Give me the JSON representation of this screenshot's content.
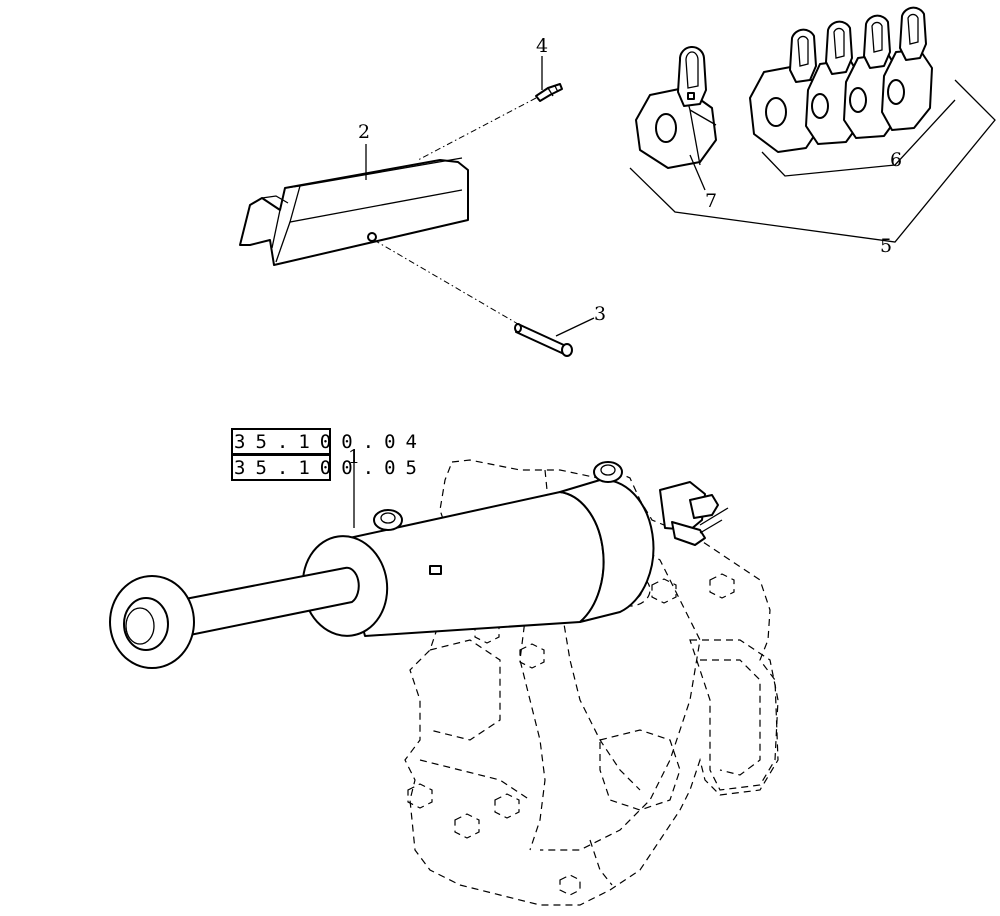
{
  "callouts": {
    "c1": "1",
    "c2": "2",
    "c3": "3",
    "c4": "4",
    "c5": "5",
    "c6": "6",
    "c7": "7"
  },
  "references": {
    "ref_a": "35.100.04",
    "ref_b": "35.100.05"
  }
}
